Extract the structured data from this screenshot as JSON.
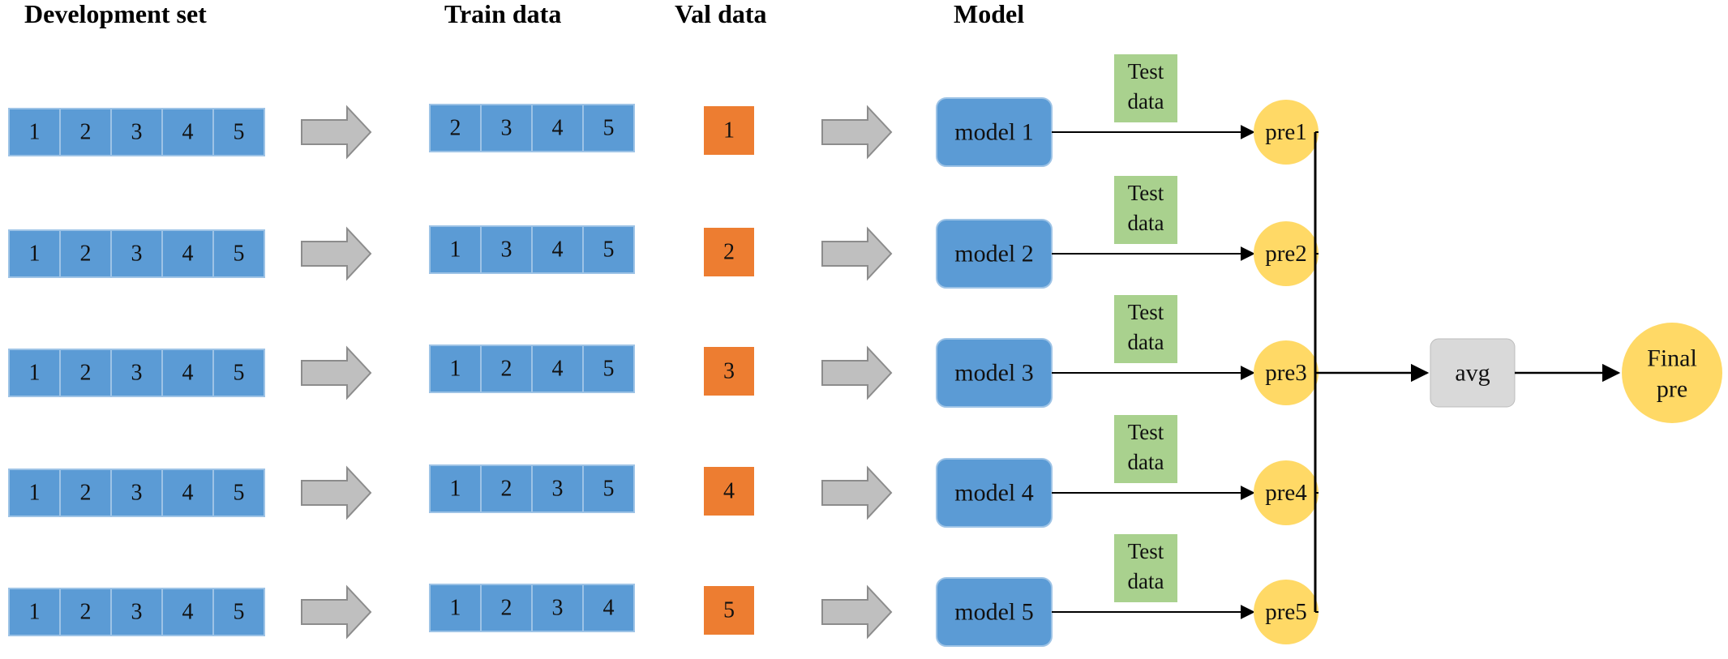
{
  "headers": {
    "development_set": "Development set",
    "train_data": "Train data",
    "val_data": "Val data",
    "model": "Model"
  },
  "folds": [
    {
      "dev": [
        "1",
        "2",
        "3",
        "4",
        "5"
      ],
      "train": [
        "2",
        "3",
        "4",
        "5"
      ],
      "val": "1",
      "model": "model 1",
      "test_line1": "Test",
      "test_line2": "data",
      "pre": "pre1"
    },
    {
      "dev": [
        "1",
        "2",
        "3",
        "4",
        "5"
      ],
      "train": [
        "1",
        "3",
        "4",
        "5"
      ],
      "val": "2",
      "model": "model 2",
      "test_line1": "Test",
      "test_line2": "data",
      "pre": "pre2"
    },
    {
      "dev": [
        "1",
        "2",
        "3",
        "4",
        "5"
      ],
      "train": [
        "1",
        "2",
        "4",
        "5"
      ],
      "val": "3",
      "model": "model 3",
      "test_line1": "Test",
      "test_line2": "data",
      "pre": "pre3"
    },
    {
      "dev": [
        "1",
        "2",
        "3",
        "4",
        "5"
      ],
      "train": [
        "1",
        "2",
        "3",
        "5"
      ],
      "val": "4",
      "model": "model 4",
      "test_line1": "Test",
      "test_line2": "data",
      "pre": "pre4"
    },
    {
      "dev": [
        "1",
        "2",
        "3",
        "4",
        "5"
      ],
      "train": [
        "1",
        "2",
        "3",
        "4"
      ],
      "val": "5",
      "model": "model 5",
      "test_line1": "Test",
      "test_line2": "data",
      "pre": "pre5"
    }
  ],
  "avg_label": "avg",
  "final_line1": "Final",
  "final_line2": "pre",
  "colors": {
    "blue_cell": "#5b9bd5",
    "blue_border": "#9dc3e6",
    "orange": "#ed7d31",
    "green": "#a9d18e",
    "yellow": "#ffd966",
    "gray_arrow": "#bfbfbf",
    "gray_box": "#d9d9d9",
    "line": "#000000"
  }
}
